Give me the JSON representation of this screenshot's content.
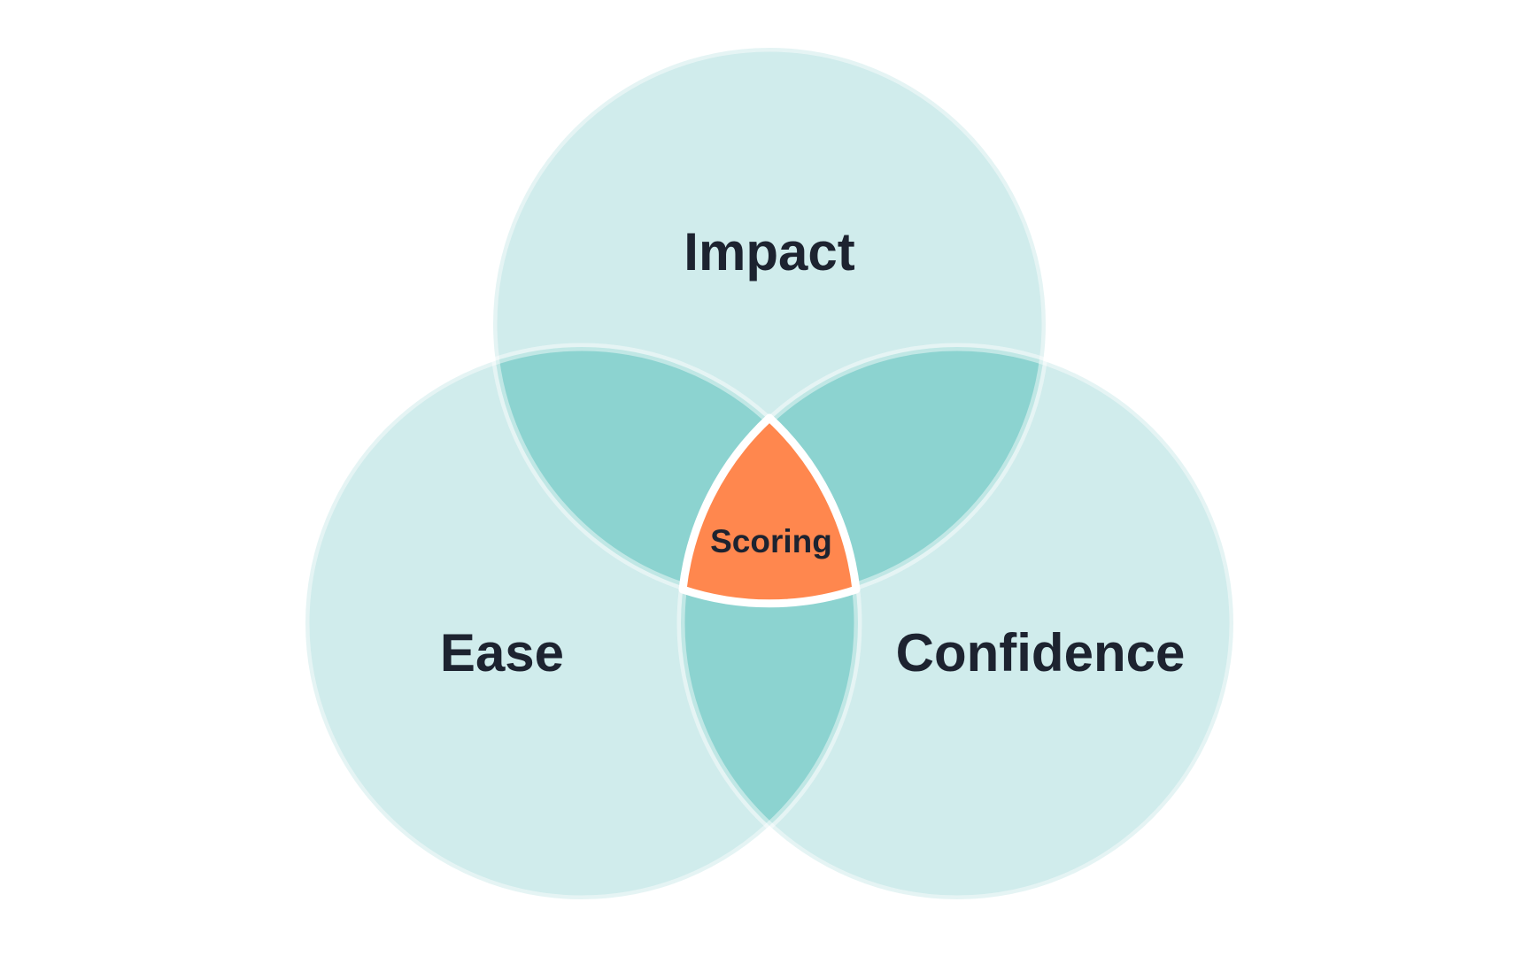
{
  "diagram": {
    "type": "venn",
    "sets": [
      {
        "id": "impact",
        "label": "Impact"
      },
      {
        "id": "ease",
        "label": "Ease"
      },
      {
        "id": "confidence",
        "label": "Confidence"
      }
    ],
    "center_label": "Scoring",
    "colors": {
      "background": "#ffffff",
      "circle_fill": "#d0ecec",
      "pair_overlap_fill": "#8cd3d0",
      "center_fill": "#ff874e",
      "outline": "#ffffff",
      "text": "#1d2330"
    }
  }
}
